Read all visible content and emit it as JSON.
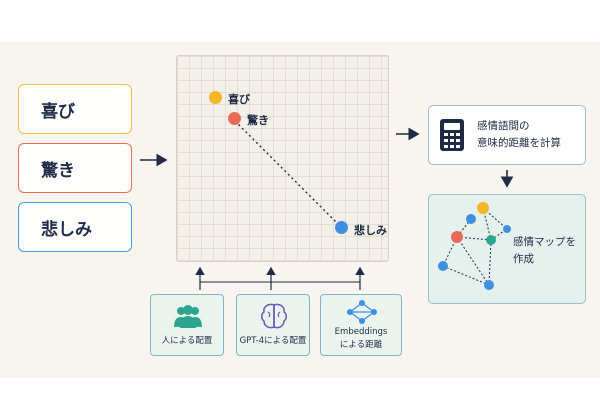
{
  "emotions": [
    {
      "label": "喜び",
      "color": "#f3c043"
    },
    {
      "label": "驚き",
      "color": "#ea6a55"
    },
    {
      "label": "悲しみ",
      "color": "#4a9be0"
    }
  ],
  "plot": {
    "points": [
      {
        "label": "喜び",
        "color": "#f3b72a"
      },
      {
        "label": "驚き",
        "color": "#ea6a55"
      },
      {
        "label": "悲しみ",
        "color": "#3f8fe0"
      }
    ]
  },
  "methods": [
    {
      "label_line1": "人による配置",
      "label_line2": "",
      "icon": "people-icon"
    },
    {
      "label_line1": "GPT-4による配置",
      "label_line2": "",
      "icon": "brain-icon"
    },
    {
      "label_line1": "Embeddings",
      "label_line2": "による距離",
      "icon": "network-icon"
    }
  ],
  "calc": {
    "line1": "感情語間の",
    "line2": "意味的距離を計算",
    "icon": "calculator-icon"
  },
  "map": {
    "line1": "感情マップを",
    "line2": "作成"
  },
  "colors": {
    "accent": "#1f2a44",
    "teal": "#2ea58e",
    "panel": "#f8f5f1"
  }
}
